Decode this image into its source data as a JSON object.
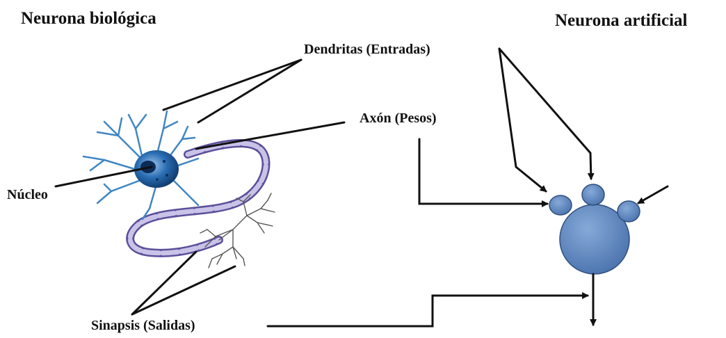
{
  "titles": {
    "biological": "Neurona biológica",
    "artificial": "Neurona artificial"
  },
  "labels": {
    "dendrites": "Dendritas (Entradas)",
    "axon": "Axón (Pesos)",
    "nucleus": "Núcleo",
    "synapses": "Sinapsis (Salidas)"
  },
  "colors": {
    "line": "#111111",
    "node_fill": "#5b86c2",
    "node_stroke": "#2f4f7c",
    "neuron_body": "#1f5fa6",
    "neuron_dendrite": "#4a8fc9",
    "axon_fill": "#b9b2dd",
    "axon_stroke": "#5c4f9a"
  },
  "icons": {
    "biological_neuron": "neuron-illustration",
    "artificial_neuron": "artificial-neuron-node"
  }
}
